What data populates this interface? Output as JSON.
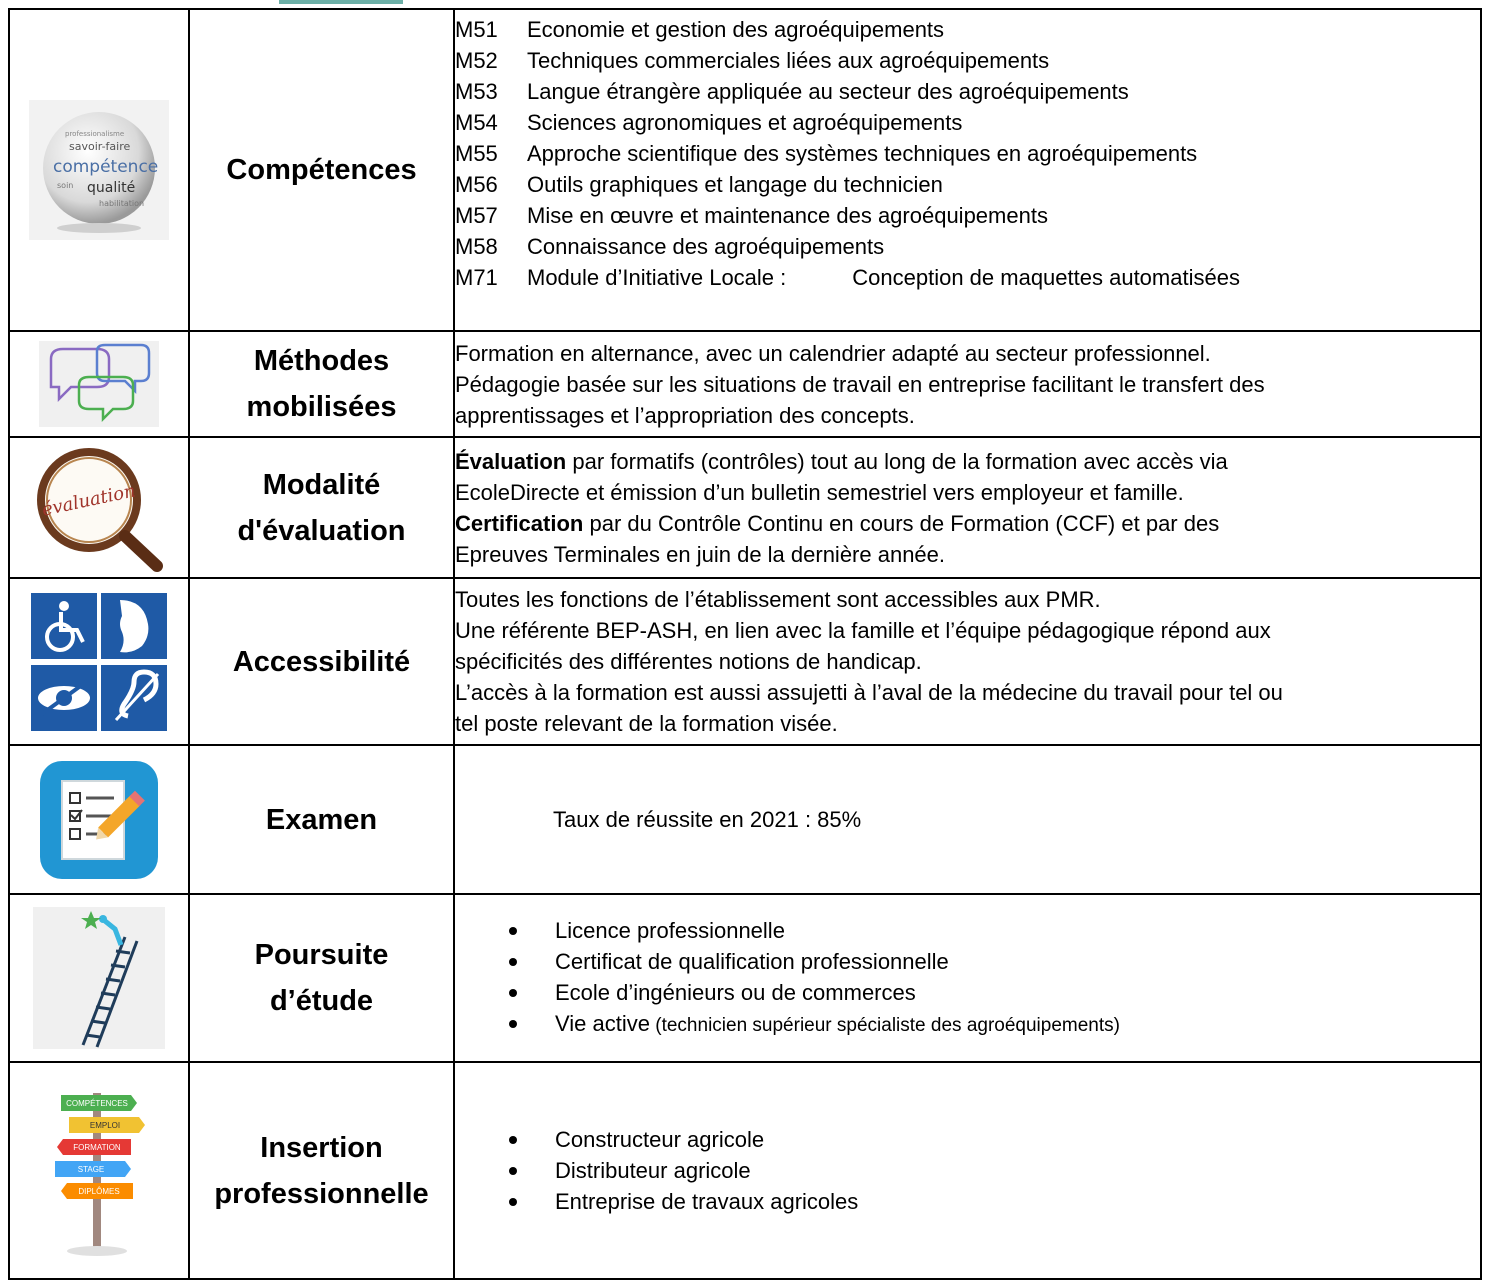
{
  "rows": {
    "competences": {
      "label": "Compétences",
      "icon": "competence-sphere-icon",
      "icon_words": [
        "savoir-faire",
        "compétence",
        "qualité",
        "habilitation",
        "soin",
        "professionalisme"
      ],
      "modules": [
        {
          "code": "M51",
          "title": "Economie et gestion des agroéquipements"
        },
        {
          "code": "M52",
          "title": "Techniques commerciales liées aux agroéquipements"
        },
        {
          "code": "M53",
          "title": "Langue étrangère appliquée au secteur des agroéquipements"
        },
        {
          "code": "M54",
          "title": "Sciences agronomiques et agroéquipements"
        },
        {
          "code": "M55",
          "title": "Approche scientifique des systèmes techniques en agroéquipements"
        },
        {
          "code": "M56",
          "title": "Outils graphiques et langage du technicien"
        },
        {
          "code": "M57",
          "title": "Mise en œuvre et maintenance des agroéquipements"
        },
        {
          "code": "M58",
          "title": "Connaissance des agroéquipements"
        },
        {
          "code": "M71",
          "title": "Module d’Initiative Locale :",
          "extra": "Conception de maquettes automatisées"
        }
      ]
    },
    "methodes": {
      "label_line1": "Méthodes",
      "label_line2": "mobilisées",
      "icon": "speech-bubbles-icon",
      "lines": [
        "Formation en alternance, avec un calendrier adapté au secteur professionnel.",
        "Pédagogie basée sur les situations de travail en entreprise facilitant le transfert des",
        "apprentissages et l’appropriation des concepts."
      ]
    },
    "modalite": {
      "label_line1": "Modalité",
      "label_line2": "d'évaluation",
      "icon": "magnifier-evaluation-icon",
      "icon_word": "évaluation",
      "eval_bold": "Évaluation",
      "eval_rest": " par formatifs (contrôles) tout au long de la formation avec accès via",
      "eval_line2": "EcoleDirecte et émission d’un bulletin semestriel vers employeur et famille.",
      "cert_bold": "Certification",
      "cert_rest": " par du Contrôle Continu en cours de Formation (CCF) et par des",
      "cert_line2": "Epreuves Terminales en juin de la dernière année."
    },
    "accessibilite": {
      "label": "Accessibilité",
      "icon": "accessibility-pictograms-icon",
      "lines": [
        "Toutes les fonctions de l’établissement sont accessibles aux PMR.",
        "Une référente BEP-ASH, en lien avec la famille et l’équipe pédagogique répond aux",
        "spécificités des différentes notions de handicap.",
        "L’accès à la formation est aussi assujetti à l’aval de la médecine du travail pour tel ou",
        "tel poste relevant de la formation visée."
      ]
    },
    "examen": {
      "label": "Examen",
      "icon": "exam-checklist-icon",
      "text": "Taux de réussite en 2021 : 85%"
    },
    "poursuite": {
      "label_line1": "Poursuite",
      "label_line2": "d’étude",
      "icon": "ladder-star-icon",
      "items": [
        {
          "text": "Licence professionnelle"
        },
        {
          "text": "Certificat de qualification professionnelle"
        },
        {
          "text": "Ecole d’ingénieurs ou de commerces"
        },
        {
          "text": "Vie active",
          "small": " (technicien supérieur spécialiste des agroéquipements)"
        }
      ]
    },
    "insertion": {
      "label_line1": "Insertion",
      "label_line2": "professionnelle",
      "icon": "signpost-icon",
      "sign_words": [
        "COMPÉTENCES",
        "EMPLOI",
        "FORMATION",
        "STAGE",
        "DIPLÔMES"
      ],
      "items": [
        "Constructeur agricole",
        "Distributeur agricole",
        "Entreprise de travaux agricoles"
      ]
    }
  }
}
